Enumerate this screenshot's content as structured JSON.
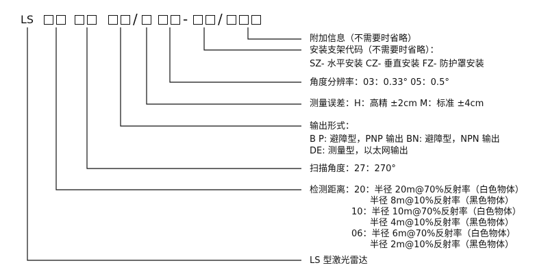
{
  "code": {
    "prefix": "LS",
    "slash_1": "/",
    "dash_1": "-",
    "dash_2": "-",
    "slash_2": "/"
  },
  "fields": {
    "additional_info": "附加信息（不需要时省略）",
    "bracket_code": "安装支架代码（不需要时省略）：",
    "bracket_options": "SZ- 水平安装   CZ- 垂直安装   FZ- 防护罩安装",
    "angle_resolution": "角度分辨率：03：0.33°    05：0.5°",
    "measurement_error": "测量误差：H：高精 ±2cm  M：标准 ±4cm",
    "output_form": "输出形式：",
    "output_bp": "B P:   避障型，PNP 输出  BN:   避障型，NPN 输出",
    "output_de": "DE:   测量型，以太网输出",
    "scan_angle": "扫描角度：27：270°",
    "detection_title": "检测距离：20：半径 20m@70%反射率（白色物体）",
    "det_20b": "半径 8m@10%反射率（黑色物体）",
    "det_10a": "10：半径 10m@70%反射率（白色物体）",
    "det_10b": "半径 4m@10%反射率（黑色物体）",
    "det_06a": "06：半径 6m@70%反射率（白色物体）",
    "det_06b": "半径 2m@10%反射率（黑色物体）",
    "model_type": "LS 型激光雷达"
  }
}
